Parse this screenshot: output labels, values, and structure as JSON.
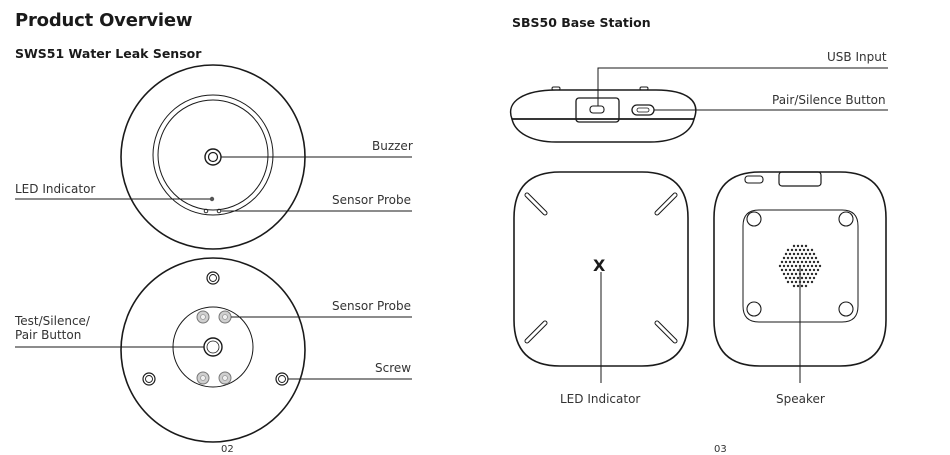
{
  "page_title": "Product Overview",
  "left": {
    "section_title": "SWS51 Water Leak Sensor",
    "labels": {
      "buzzer": "Buzzer",
      "led_indicator": "LED Indicator",
      "sensor_probe_top": "Sensor Probe",
      "sensor_probe_bottom": "Sensor Probe",
      "test_button_line1": "Test/Silence/",
      "test_button_line2": "Pair Button",
      "screw": "Screw"
    },
    "page_number": "02"
  },
  "right": {
    "section_title": "SBS50 Base Station",
    "labels": {
      "usb_input": "USB Input",
      "pair_button": "Pair/Silence Button",
      "led_indicator": "LED Indicator",
      "speaker": "Speaker",
      "logo_mark": "X"
    },
    "page_number": "03"
  }
}
